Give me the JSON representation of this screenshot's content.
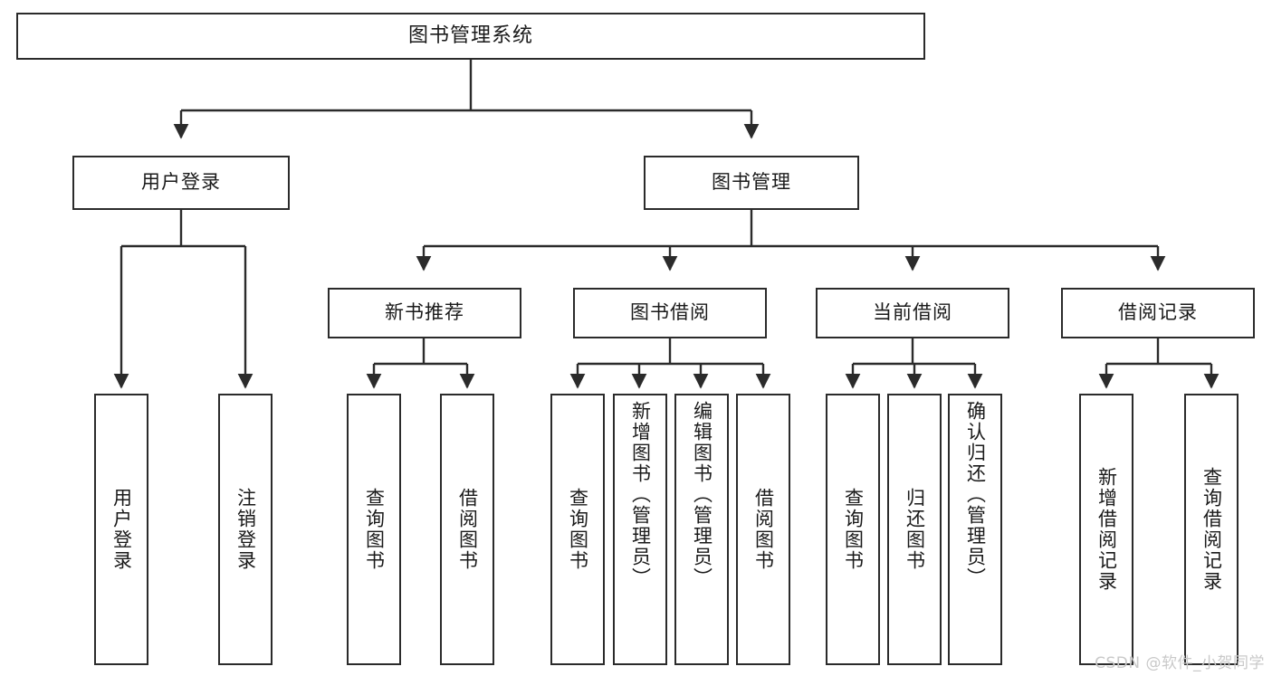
{
  "diagram": {
    "title": "图书管理系统",
    "watermark": "CSDN @软件_小贺同学"
  },
  "chart_data": {
    "type": "tree",
    "title": "图书管理系统",
    "orientation": "top-down",
    "node_count": 20,
    "levels": 4,
    "root": {
      "id": "root",
      "label": "图书管理系统",
      "children": [
        {
          "id": "user-login",
          "label": "用户登录",
          "children": [
            {
              "id": "leaf-user-login",
              "label": "用户登录"
            },
            {
              "id": "leaf-logout",
              "label": "注销登录"
            }
          ]
        },
        {
          "id": "book-manage",
          "label": "图书管理",
          "children": [
            {
              "id": "new-book-rec",
              "label": "新书推荐",
              "children": [
                {
                  "id": "leaf-query-book-1",
                  "label": "查询图书"
                },
                {
                  "id": "leaf-borrow-book-1",
                  "label": "借阅图书"
                }
              ]
            },
            {
              "id": "book-borrow",
              "label": "图书借阅",
              "children": [
                {
                  "id": "leaf-query-book-2",
                  "label": "查询图书"
                },
                {
                  "id": "leaf-add-book",
                  "label": "新增图书（管理员）"
                },
                {
                  "id": "leaf-edit-book",
                  "label": "编辑图书（管理员）"
                },
                {
                  "id": "leaf-borrow-book-2",
                  "label": "借阅图书"
                }
              ]
            },
            {
              "id": "current-borrow",
              "label": "当前借阅",
              "children": [
                {
                  "id": "leaf-query-book-3",
                  "label": "查询图书"
                },
                {
                  "id": "leaf-return-book",
                  "label": "归还图书"
                },
                {
                  "id": "leaf-confirm-return",
                  "label": "确认归还（管理员）"
                }
              ]
            },
            {
              "id": "borrow-records",
              "label": "借阅记录",
              "children": [
                {
                  "id": "leaf-add-record",
                  "label": "新增借阅记录"
                },
                {
                  "id": "leaf-query-record",
                  "label": "查询借阅记录"
                }
              ]
            }
          ]
        }
      ]
    },
    "colors": {
      "border": "#2b2b2b",
      "fill": "#ffffff",
      "text": "#1a1a1a",
      "edge": "#2b2b2b",
      "watermark": "#c9c9c9"
    }
  },
  "nodes": {
    "root": {
      "label": "图书管理系统"
    },
    "user_login": {
      "label": "用户登录"
    },
    "book_manage": {
      "label": "图书管理"
    },
    "new_book_rec": {
      "label": "新书推荐"
    },
    "book_borrow": {
      "label": "图书借阅"
    },
    "current_borrow": {
      "label": "当前借阅"
    },
    "borrow_records": {
      "label": "借阅记录"
    },
    "leaf_user_login": {
      "label": "用户登录"
    },
    "leaf_logout": {
      "label": "注销登录"
    },
    "leaf_query_book_1": {
      "label": "查询图书"
    },
    "leaf_borrow_book_1": {
      "label": "借阅图书"
    },
    "leaf_query_book_2": {
      "label": "查询图书"
    },
    "leaf_add_book": {
      "label": "新增图书（管理员）"
    },
    "leaf_edit_book": {
      "label": "编辑图书（管理员）"
    },
    "leaf_borrow_book_2": {
      "label": "借阅图书"
    },
    "leaf_query_book_3": {
      "label": "查询图书"
    },
    "leaf_return_book": {
      "label": "归还图书"
    },
    "leaf_confirm_return": {
      "label": "确认归还（管理员）"
    },
    "leaf_add_record": {
      "label": "新增借阅记录"
    },
    "leaf_query_record": {
      "label": "查询借阅记录"
    }
  }
}
